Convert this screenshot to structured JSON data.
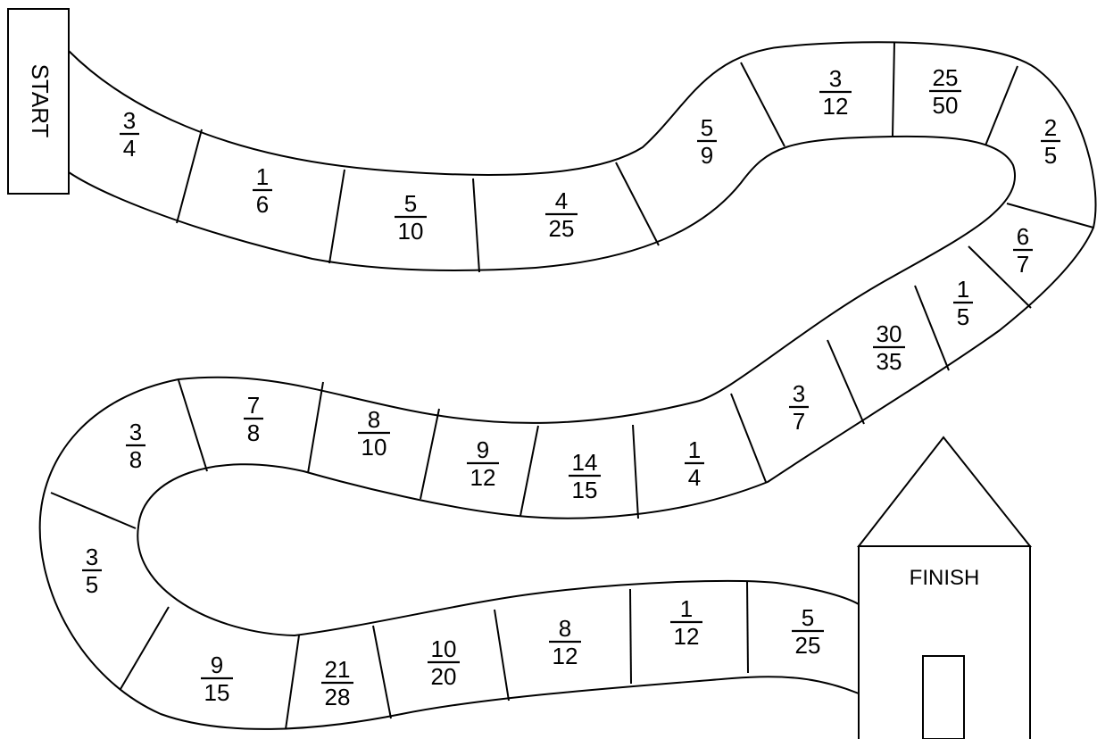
{
  "game": {
    "start_label": "START",
    "finish_label": "FINISH",
    "spaces": [
      {
        "num": "3",
        "den": "4"
      },
      {
        "num": "1",
        "den": "6"
      },
      {
        "num": "5",
        "den": "10"
      },
      {
        "num": "4",
        "den": "25"
      },
      {
        "num": "5",
        "den": "9"
      },
      {
        "num": "3",
        "den": "12"
      },
      {
        "num": "25",
        "den": "50"
      },
      {
        "num": "2",
        "den": "5"
      },
      {
        "num": "6",
        "den": "7"
      },
      {
        "num": "1",
        "den": "5"
      },
      {
        "num": "30",
        "den": "35"
      },
      {
        "num": "3",
        "den": "7"
      },
      {
        "num": "1",
        "den": "4"
      },
      {
        "num": "14",
        "den": "15"
      },
      {
        "num": "9",
        "den": "12"
      },
      {
        "num": "8",
        "den": "10"
      },
      {
        "num": "7",
        "den": "8"
      },
      {
        "num": "3",
        "den": "8"
      },
      {
        "num": "3",
        "den": "5"
      },
      {
        "num": "9",
        "den": "15"
      },
      {
        "num": "21",
        "den": "28"
      },
      {
        "num": "10",
        "den": "20"
      },
      {
        "num": "8",
        "den": "12"
      },
      {
        "num": "1",
        "den": "12"
      },
      {
        "num": "5",
        "den": "25"
      }
    ]
  }
}
